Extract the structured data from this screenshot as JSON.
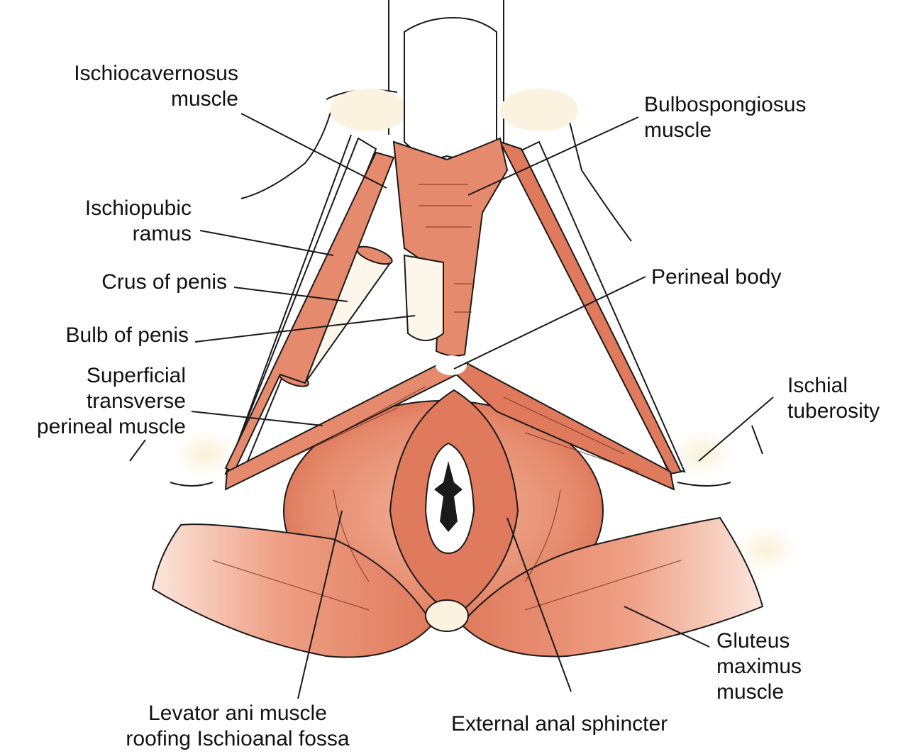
{
  "labels": {
    "ischiocavernosus": "Ischiocavernosus\nmuscle",
    "bulbospongiosus": "Bulbospongiosus\nmuscle",
    "ischiopubic_ramus": "Ischiopubic\nramus",
    "crus_of_penis": "Crus of penis",
    "perineal_body": "Perineal body",
    "bulb_of_penis": "Bulb of penis",
    "superficial_transverse": "Superficial\ntransverse\nperineal muscle",
    "ischial_tuberosity": "Ischial\ntuberosity",
    "gluteus_maximus": "Gluteus\nmaximus\nmuscle",
    "levator_ani": "Levator ani muscle\nroofing Ischioanal fossa",
    "external_anal_sphincter": "External anal sphincter"
  },
  "colors": {
    "muscle": "#e58a6c",
    "muscle_dark": "#d9674a",
    "bone": "#fbf3df",
    "outline": "#1a1a1a",
    "skin_shadow": "#f6ead0"
  }
}
